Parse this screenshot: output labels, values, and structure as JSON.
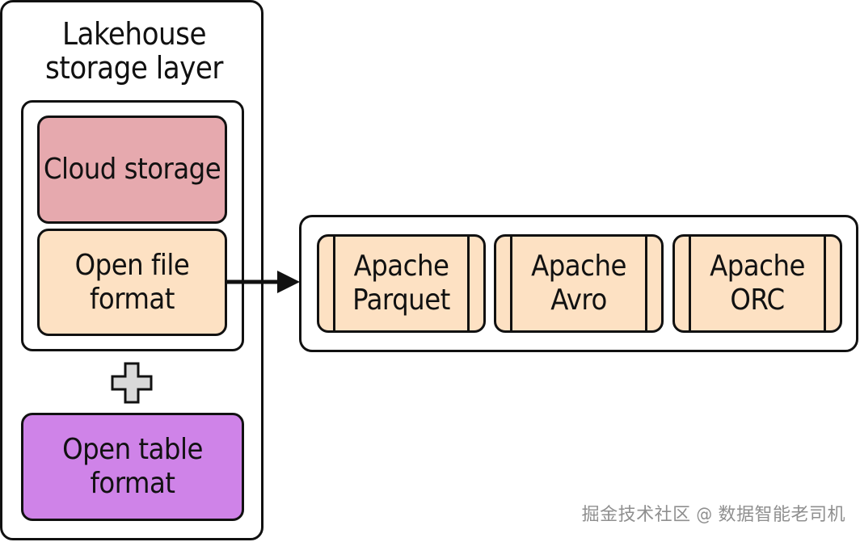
{
  "title": "Lakehouse\nstorage layer",
  "components": {
    "cloud_storage": "Cloud storage",
    "open_file_format": "Open file\nformat",
    "open_table_format": "Open table\nformat"
  },
  "formats": [
    "Apache\nParquet",
    "Apache\nAvro",
    "Apache\nORC"
  ],
  "watermark": "掘金技术社区 @ 数据智能老司机",
  "colors": {
    "cloud_storage": "#e6a9ae",
    "open_file_format": "#fde1c3",
    "open_table_format": "#cf83e8",
    "plus": "#d9d9d9"
  },
  "icons": {
    "connector": "arrow-right-icon",
    "combine": "plus-icon"
  }
}
